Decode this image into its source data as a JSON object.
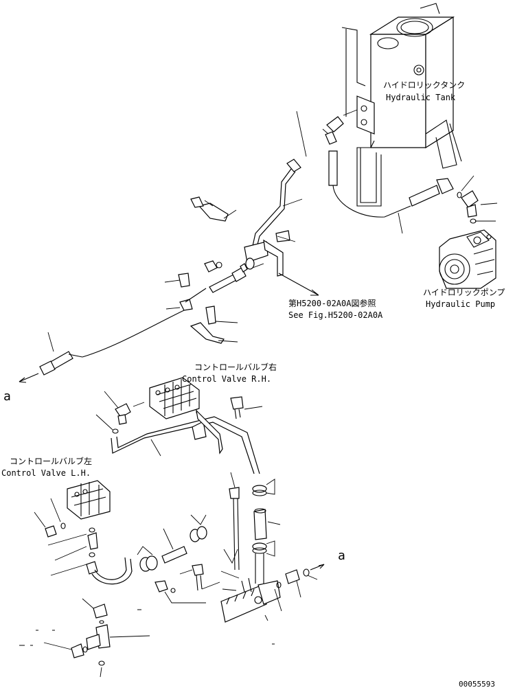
{
  "labels": {
    "hydraulic_tank_jp": "ハイドロリックタンク",
    "hydraulic_tank_en": "Hydraulic Tank",
    "hydraulic_pump_jp": "ハイドロリックポンプ",
    "hydraulic_pump_en": "Hydraulic Pump",
    "ref_jp": "第H5200-02A0A図参照",
    "ref_en": "See Fig.H5200-02A0A",
    "control_valve_rh_jp": "コントロールバルブ右",
    "control_valve_rh_en": "Control Valve R.H.",
    "control_valve_lh_jp": "コントロールバルブ左",
    "control_valve_lh_en": "Control Valve L.H.",
    "connector_left": "a",
    "connector_right": "a"
  },
  "drawing_number": "00055593"
}
